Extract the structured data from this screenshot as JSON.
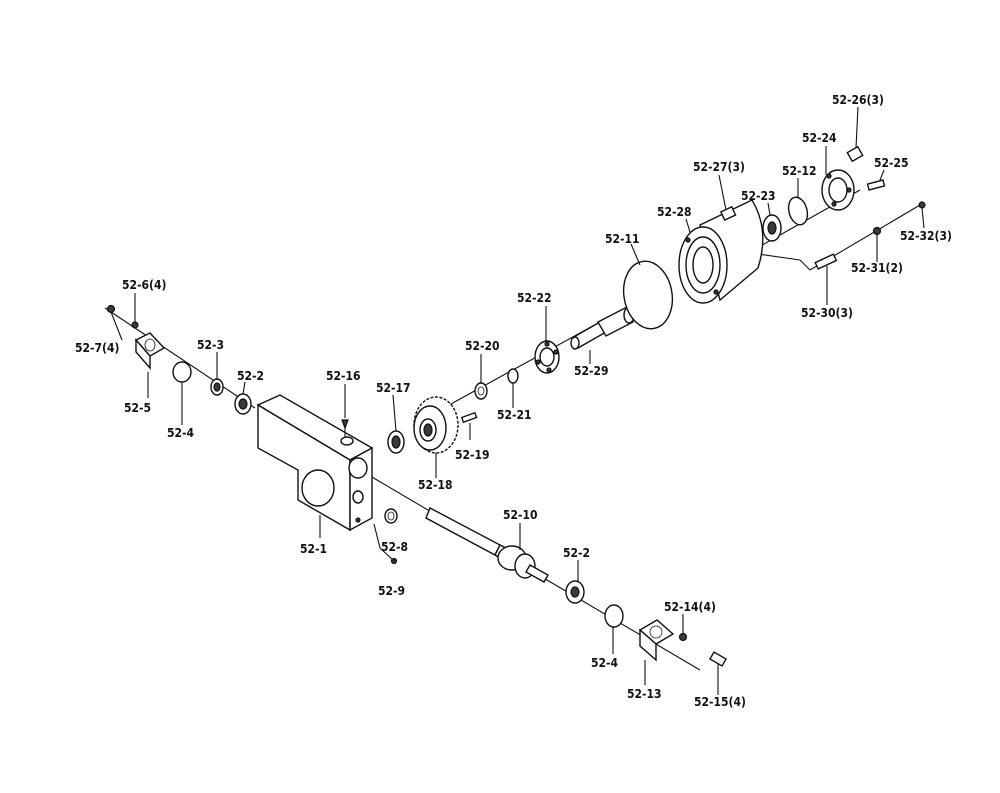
{
  "labels": {
    "p52_1": "52-1",
    "p52_2a": "52-2",
    "p52_2b": "52-2",
    "p52_3": "52-3",
    "p52_4a": "52-4",
    "p52_4b": "52-4",
    "p52_5": "52-5",
    "p52_6": "52-6(4)",
    "p52_7": "52-7(4)",
    "p52_8": "52-8",
    "p52_9": "52-9",
    "p52_10": "52-10",
    "p52_11": "52-11",
    "p52_12": "52-12",
    "p52_13": "52-13",
    "p52_14": "52-14(4)",
    "p52_15": "52-15(4)",
    "p52_16": "52-16",
    "p52_17": "52-17",
    "p52_18": "52-18",
    "p52_19": "52-19",
    "p52_20": "52-20",
    "p52_21": "52-21",
    "p52_22": "52-22",
    "p52_23": "52-23",
    "p52_24": "52-24",
    "p52_25": "52-25",
    "p52_26": "52-26(3)",
    "p52_27": "52-27(3)",
    "p52_28": "52-28",
    "p52_29": "52-29",
    "p52_30": "52-30(3)",
    "p52_31": "52-31(2)",
    "p52_32": "52-32(3)"
  }
}
